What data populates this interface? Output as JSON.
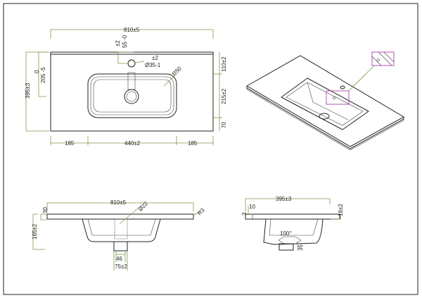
{
  "top_view": {
    "width": "810±5",
    "tap_offset_tol": "±2",
    "tap_offset": "55 -0",
    "tap_hole_tol": "±2",
    "tap_hole": "Ø35-1",
    "radius": "R50",
    "depth_total": "395±3",
    "drain_zero": "0",
    "drain_pos": "205 -5",
    "right_top": "110±2",
    "right_mid": "215±2",
    "right_bottom": "70",
    "bottom_left": "185",
    "bottom_mid": "440±2",
    "bottom_right": "185"
  },
  "front_view": {
    "width": "810±5",
    "drain_dia": "Ø22",
    "edge_radius": "R3",
    "slab": "30",
    "height": "165±2",
    "drain_inner": "46",
    "drain_outer": "75±2"
  },
  "side_view": {
    "depth": "395±3",
    "lip": "10",
    "lip_small": "3",
    "thickness": "18±2",
    "angle": "100°",
    "drain_height": "35"
  },
  "colors": {
    "dimension": "#7a9a4a",
    "callout": "#b040b0",
    "line": "#222222"
  }
}
